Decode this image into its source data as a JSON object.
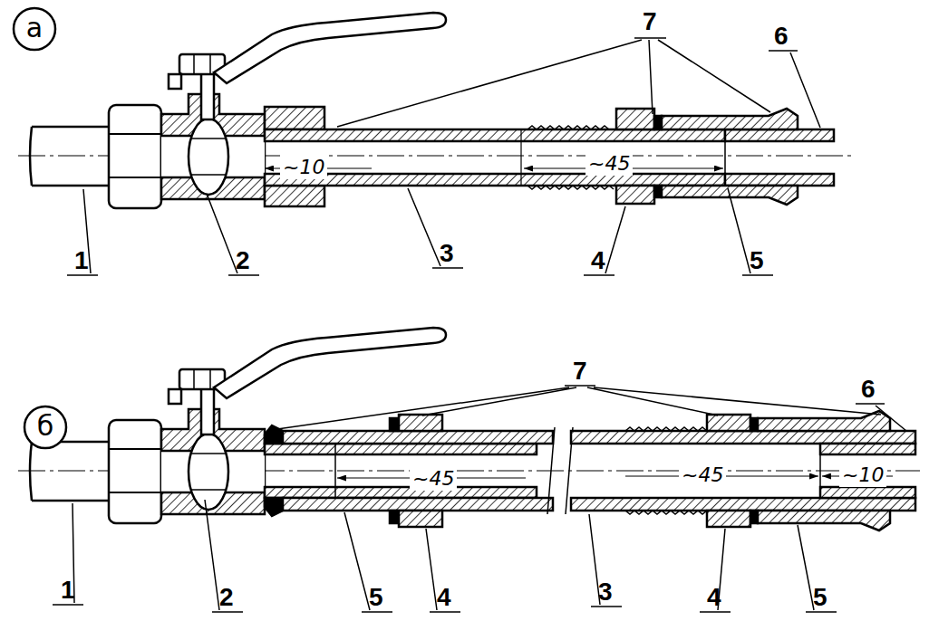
{
  "diagram": {
    "nodes": [
      {
        "text": [
          "а"
        ]
      },
      {
        "text": [
          "б"
        ]
      }
    ],
    "labels": [
      "7",
      "6",
      "~10",
      "~45",
      "1",
      "2",
      "3",
      "4",
      "5",
      "7",
      "6",
      "~45",
      "~45",
      "~10",
      "1",
      "2",
      "5",
      "4",
      "3",
      "4",
      "5"
    ]
  }
}
